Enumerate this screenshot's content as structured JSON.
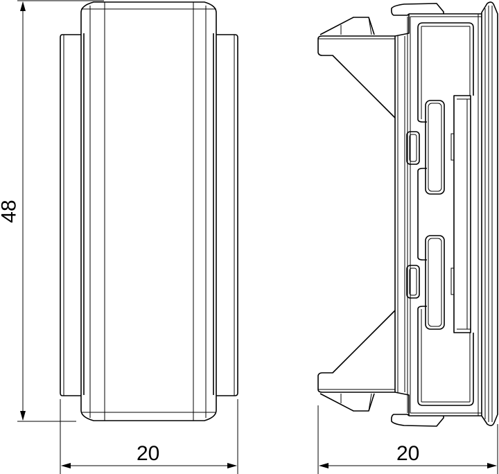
{
  "dimensions": {
    "height_label": "48",
    "front_width_label": "20",
    "side_depth_label": "20"
  },
  "colors": {
    "line": "#000000",
    "background": "#ffffff"
  }
}
